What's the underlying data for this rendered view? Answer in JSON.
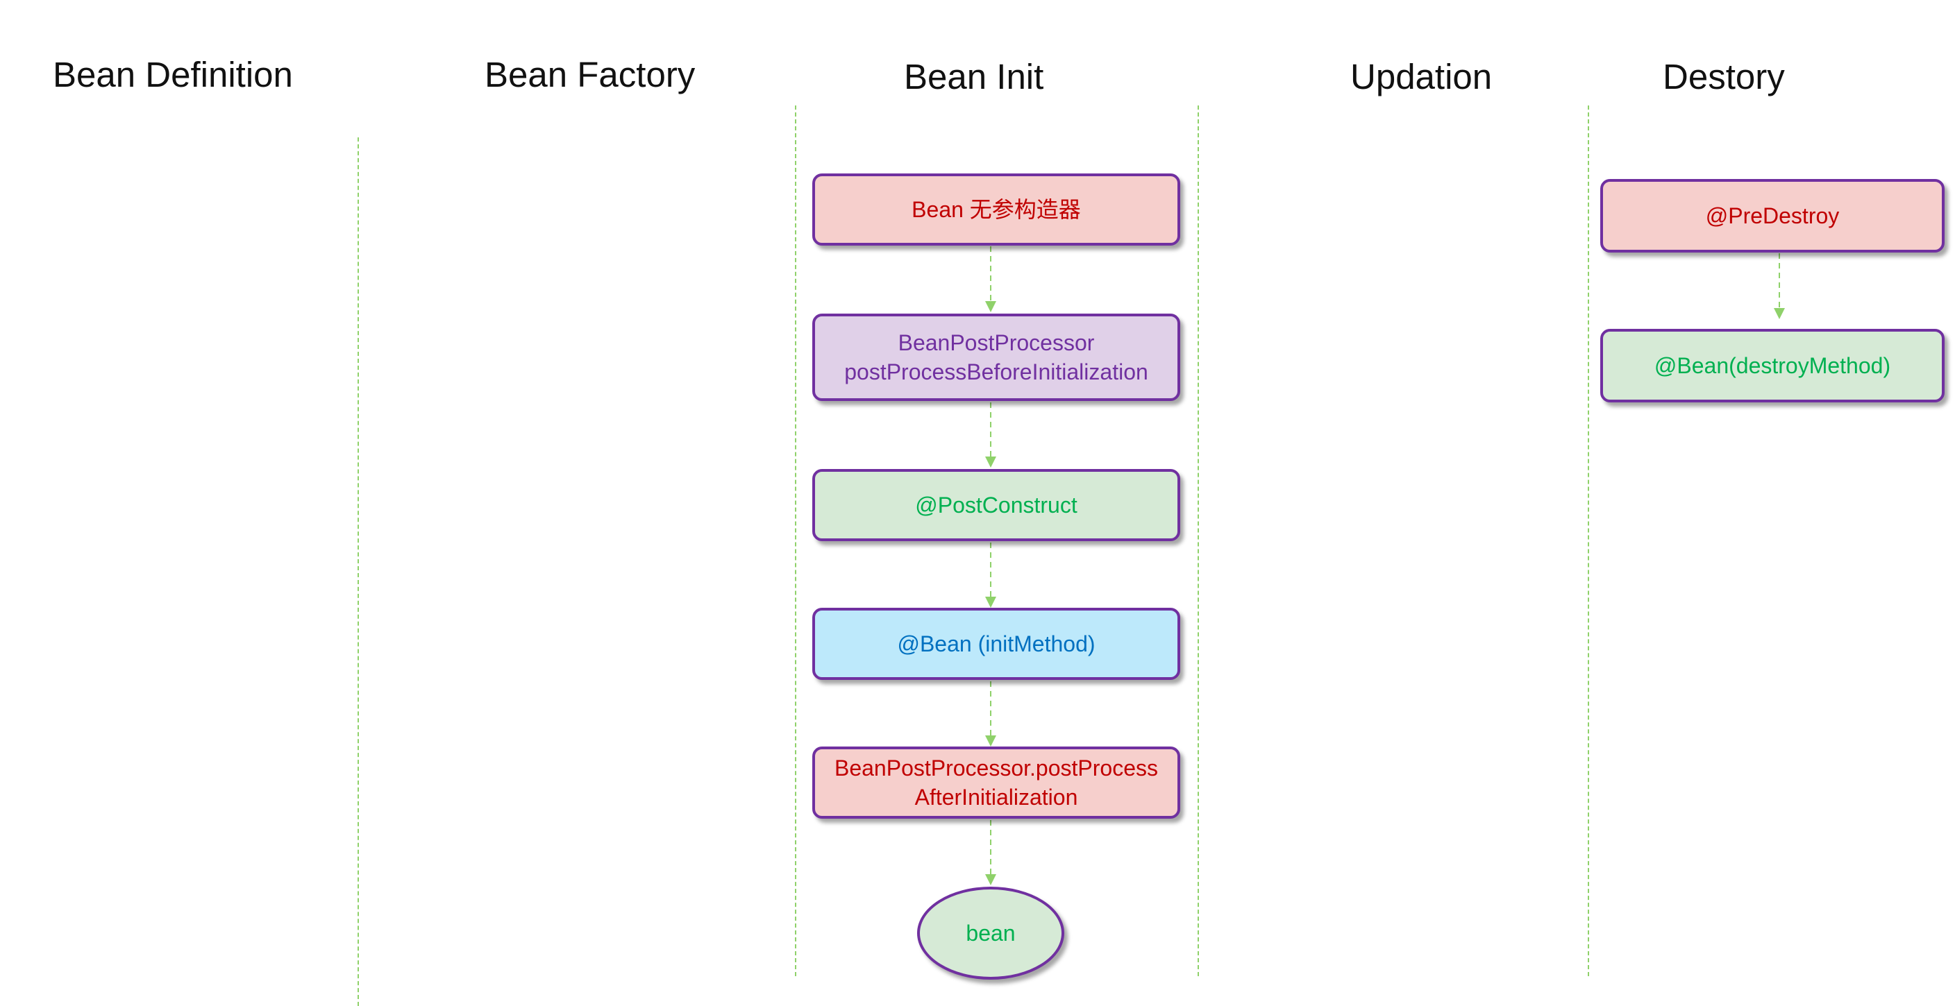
{
  "colors": {
    "border": "#7030a0",
    "lane_line": "#8fd16a",
    "arrow": "#8fd16a",
    "red_fill": "#f6cfcc",
    "red_text": "#c00000",
    "purple_fill": "#e0d0e8",
    "purple_text": "#7030a0",
    "green_fill": "#d6ead6",
    "green_text": "#00b050",
    "blue_fill": "#bde9fb",
    "blue_text": "#0070c0"
  },
  "columns": {
    "bean_definition": "Bean Definition",
    "bean_factory": "Bean Factory",
    "bean_init": "Bean Init",
    "updation": "Updation",
    "destroy": "Destory"
  },
  "bean_init_steps": {
    "constructor": "Bean 无参构造器",
    "before_init": "BeanPostProcessor\npostProcessBeforeInitialization",
    "post_construct": "@PostConstruct",
    "init_method": "@Bean (initMethod)",
    "after_init": "BeanPostProcessor.postProcess\nAfterInitialization",
    "result": "bean"
  },
  "destroy_steps": {
    "pre_destroy": "@PreDestroy",
    "destroy_method": "@Bean(destroyMethod)"
  }
}
